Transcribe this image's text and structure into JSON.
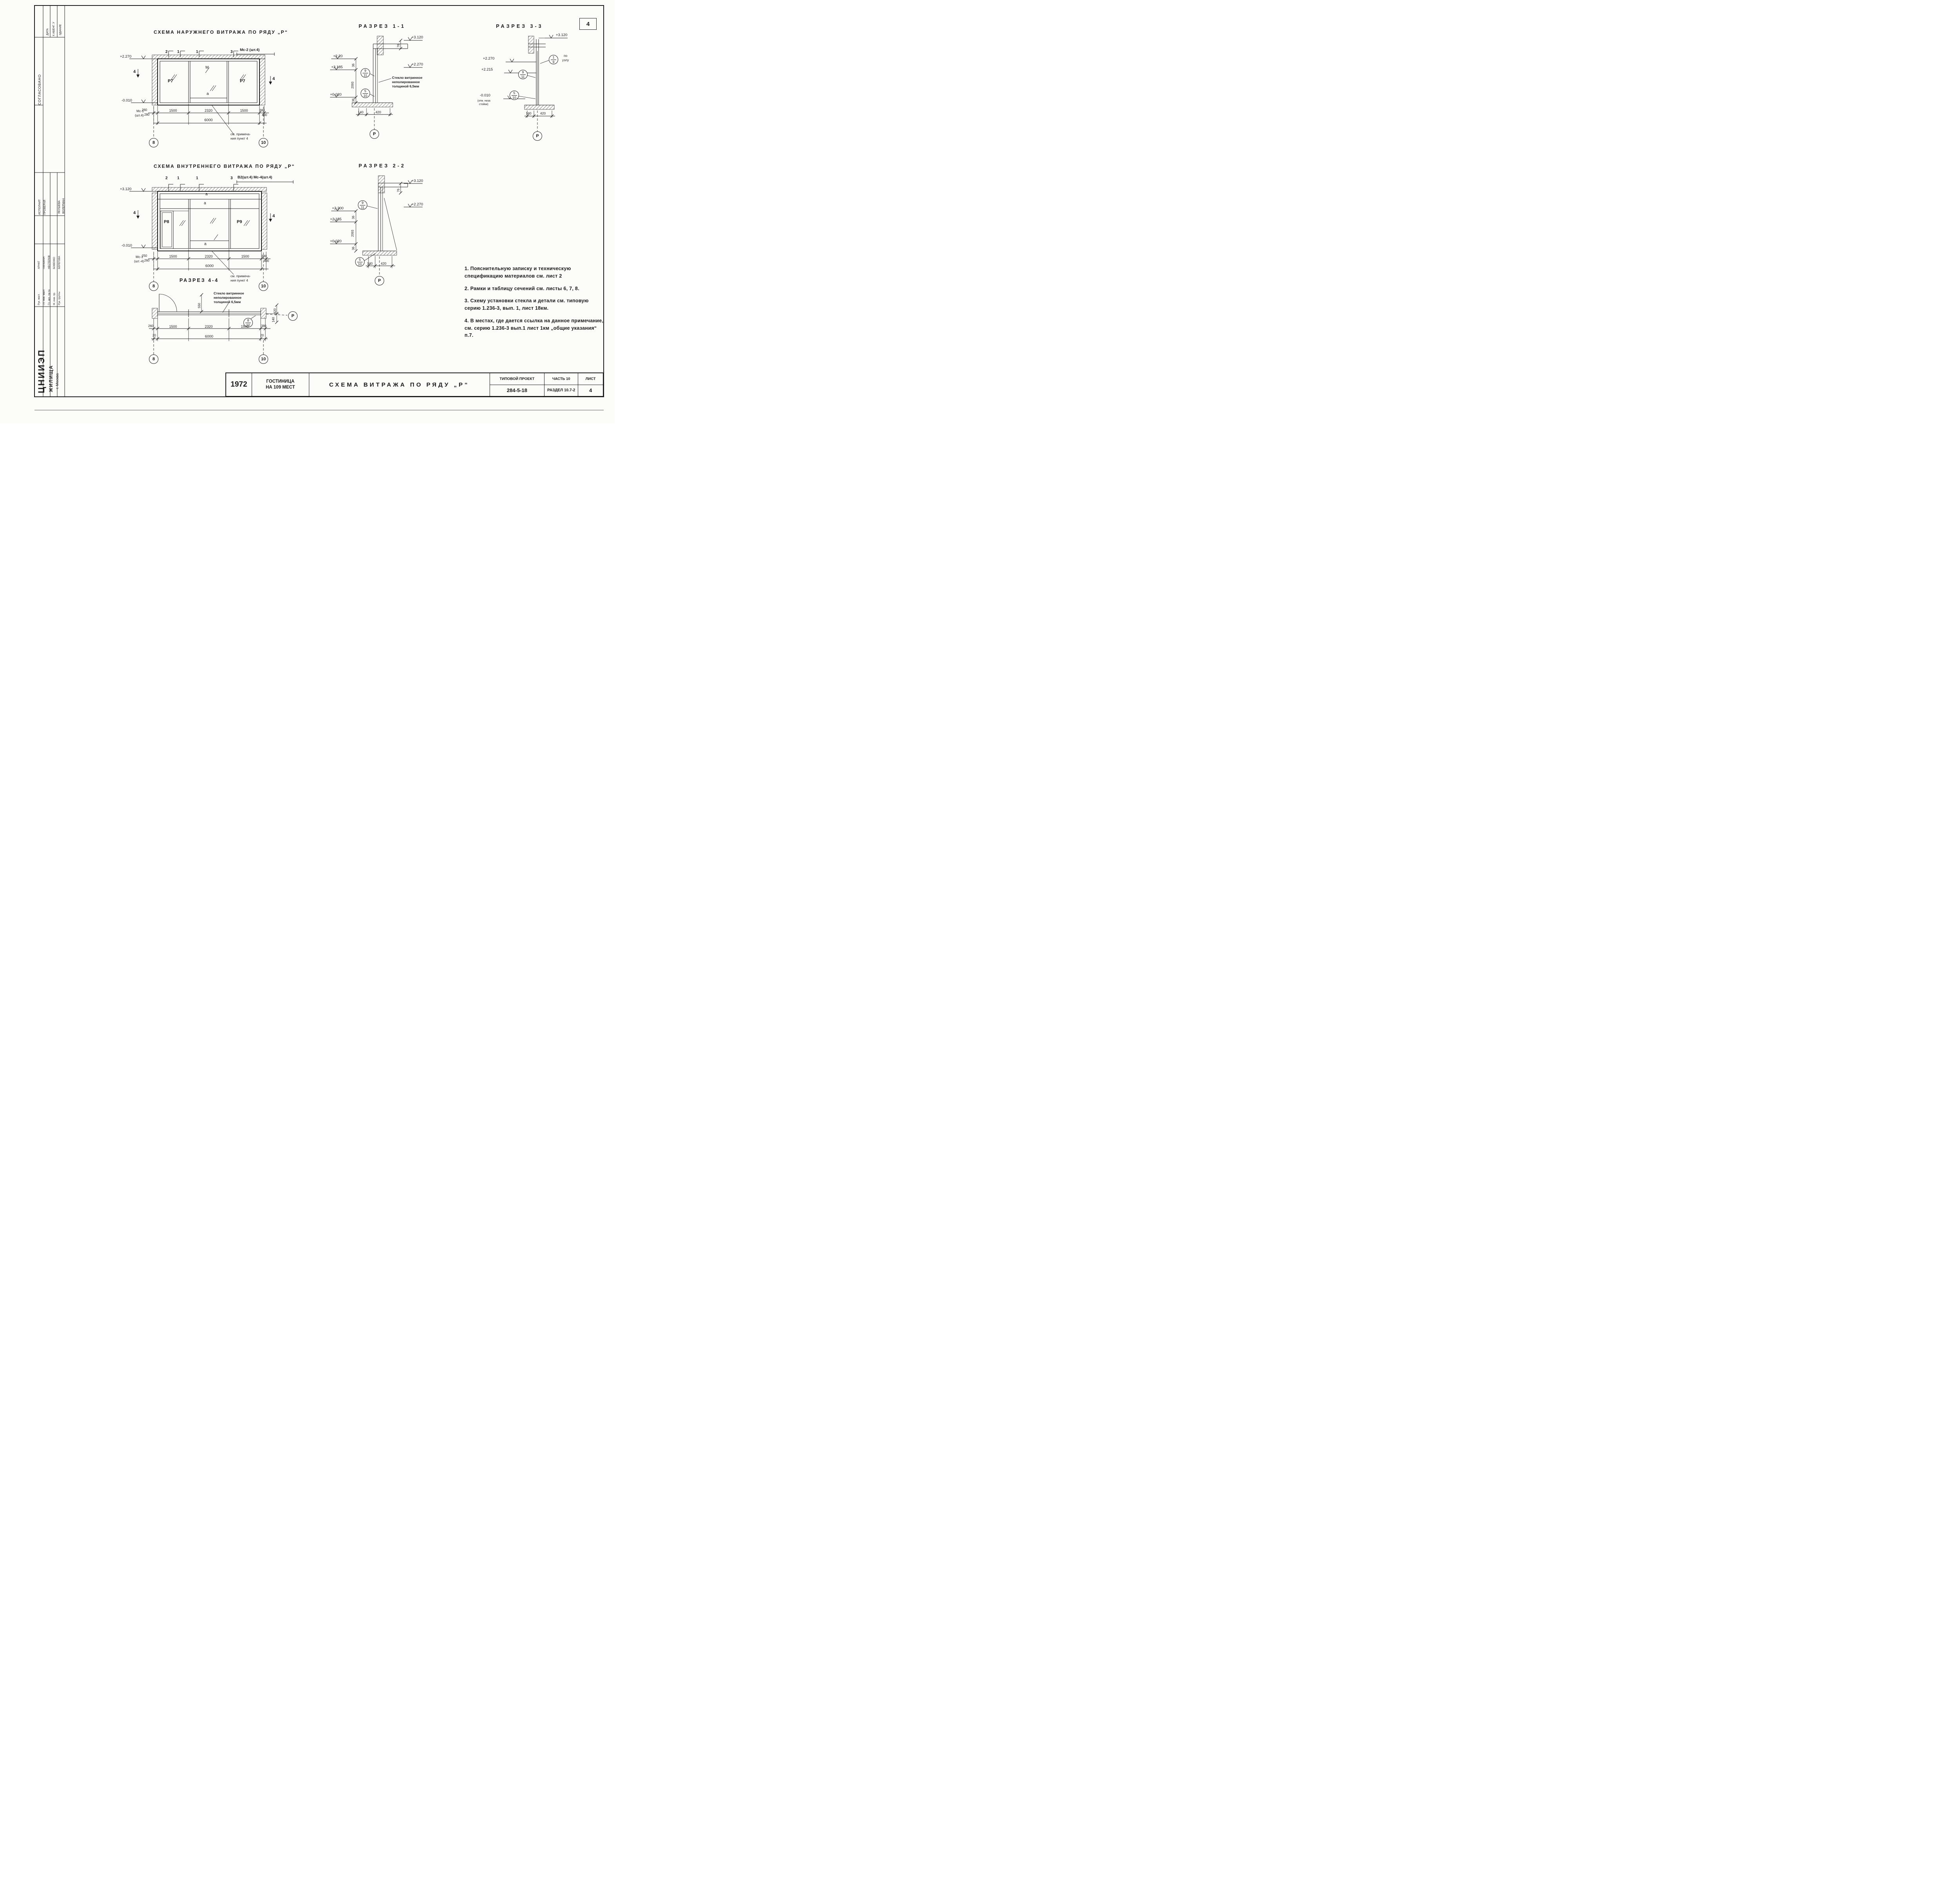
{
  "sheet": {
    "corner_number": "4"
  },
  "sidebar": {
    "headers": [
      "ДАТА",
      "К АБЕНГ. У",
      "ЗДАНИЕ"
    ],
    "soglasovano": "СОГЛАСОВАНО",
    "ispolnit_label": "ИСПОЛНИТ",
    "ispolnit_name": "ЯКУШЕВА",
    "proveril_label": "ПРОВЕРИЛ",
    "proveril_name": "ВОЛЕРМАН",
    "signers": [
      {
        "role": "Рук. маст.",
        "name": "АРНАТ"
      },
      {
        "role": "Гл. инж. маст.",
        "name": "ПИЛЬМАН"
      },
      {
        "role": "Гл. арх. пр-та",
        "name": "НЕСТЕРОВ"
      },
      {
        "role": "М. инж. пр.",
        "name": "БОВЕНКО"
      },
      {
        "role": "Рук. группы",
        "name": "БЕРЕГОВА"
      }
    ],
    "org_name": "ЦНИИЭП",
    "org_dept": "ЖИЛИЩА",
    "org_city": "г. Москва"
  },
  "elev_outer": {
    "title": "СХЕМА НАРУЖНЕГО ВИТРАЖА ПО РЯДУ „Р“",
    "level_top": "+2.270",
    "level_bottom": "-0.010",
    "cut_marks": [
      "2",
      "1",
      "1",
      "3"
    ],
    "cut_side_left": "4",
    "cut_side_right": "4",
    "mark_top": "Мс-2 (шт.4)",
    "panel_left": "Р7",
    "panel_mid_top": "М",
    "panel_mid_bottom": "а",
    "panel_right": "Р7",
    "dim_left_1": "260",
    "dim_left_2": "280",
    "dims": [
      "1500",
      "2320",
      "1500"
    ],
    "dim_right_1": "380",
    "dim_right_2": "400",
    "dim_total": "6000",
    "mark_bottom_1": "Мс-1",
    "mark_bottom_2": "(шт.4)",
    "grid_left": "8",
    "grid_right": "10",
    "note_ref_1": "см. примеча-",
    "note_ref_2": "ния пункт 4"
  },
  "section_1_1": {
    "title": "РАЗРЕЗ 1-1",
    "lv_top": "+3.120",
    "dim_76": "76",
    "lv_220": "+2.20",
    "lv_2185": "+2.185",
    "lv_2270": "+2.270",
    "lv_0020": "+0.020",
    "dim_36_top": "36",
    "dim_2093": "2093",
    "dim_36_bottom": "36",
    "bubble1_top": "9",
    "bubble1_bottom": "11",
    "bubble2_top": "5",
    "bubble2_bottom": "10",
    "glass_note_1": "Стекло витринное",
    "glass_note_2": "неполированное",
    "glass_note_3": "толщиной 6,5мм",
    "dim_140": "140",
    "dim_420": "420",
    "axis": "Р"
  },
  "section_3_3": {
    "title": "РАЗРЕЗ 3-3",
    "lv_top": "+3.120",
    "node_bubble_top": "1",
    "node_bubble_bottom": "9",
    "node_label_1": "по",
    "node_label_2": "узлу",
    "lv_2270": "+2.270",
    "lv_2215": "+2.215",
    "bubble1_top": "9",
    "bubble1_bottom": "11",
    "bubble2_top": "5",
    "bubble2_bottom": "10",
    "lv_bottom": "-0.010",
    "lv_bottom_note_1": "(отм. низа",
    "lv_bottom_note_2": "стойки)",
    "dim_140": "140",
    "dim_420": "420",
    "axis": "Р"
  },
  "elev_inner": {
    "title": "СХЕМА ВНУТРЕННЕГО ВИТРАЖА ПО РЯДУ „Р“",
    "level_top": "+3.120",
    "level_bottom": "-0.010",
    "cut_marks": [
      "2",
      "1",
      "1",
      "3"
    ],
    "cut_side_left": "4",
    "cut_side_right": "4",
    "mark_top": "В2(шт.4) Мс-4(шт.4)",
    "label_a_top": "а",
    "label_a_mid": "а",
    "label_a_bottom": "а",
    "panel_left": "Р8",
    "panel_right": "Р9",
    "dim_left_1": "250",
    "dim_left_2": "260",
    "dims": [
      "1500",
      "2320",
      "1500"
    ],
    "dim_right_1": "380",
    "dim_right_2": "400",
    "dim_total": "6000",
    "mark_bottom_1": "Мс-1",
    "mark_bottom_2": "(шт.-4)",
    "grid_left": "8",
    "grid_right": "10",
    "note_ref_1": "см. примеча-",
    "note_ref_2": "ния пункт 4"
  },
  "section_2_2": {
    "title": "РАЗРЕЗ 2-2",
    "lv_top": "+3.120",
    "dim_76": "76",
    "lv_2270": "+2.270",
    "lv_2200": "+2.200",
    "lv_2185": "+2.185",
    "lv_0020": "+0.020",
    "dim_36_top": "36",
    "dim_2093": "2093",
    "dim_36_bottom": "36",
    "bubble1_top": "9",
    "bubble1_bottom": "11",
    "bubble2_top": "5",
    "bubble2_bottom": "10",
    "dim_140": "140",
    "dim_420": "420",
    "axis": "Р"
  },
  "section_4_4": {
    "title": "РАЗРЕЗ 4-4",
    "glass_note_1": "Стекло витринное",
    "glass_note_2": "неполированное",
    "glass_note_3": "толщиной 6,5мм",
    "dim_550": "550",
    "dim_420": "420",
    "dim_140": "140",
    "bubble_top": "8",
    "bubble_bottom": "10",
    "axis": "Р",
    "dims_row": [
      "260",
      "1500",
      "2320",
      "1500",
      "380"
    ],
    "dim_20_left": "20",
    "dim_total": "6000",
    "dim_20_right": "20",
    "grid_left": "8",
    "grid_right": "10"
  },
  "notes": {
    "items": [
      "1.  Пояснительную записку и техническую спецификацию материалов см. лист 2",
      "2.  Рамки и таблицу сечений см. листы 6, 7, 8.",
      "3.  Схему установки стекла и детали см. типовую серию 1.236-3, вып. 1, лист 18км.",
      "4.  В местах, где дается ссылка на данное примечание, см. серию 1.236-3 вып.1 лист 1км „общие указания“ п.7."
    ]
  },
  "titleblock": {
    "year": "1972",
    "project_line1": "ГОСТИНИЦА",
    "project_line2": "НА 109 МЕСТ",
    "sheet_title": "СХЕМА  ВИТРАЖА  ПО  РЯДУ  „Р“",
    "series_label": "ТИПОВОЙ ПРОЕКТ",
    "series_number": "284-5-18",
    "part": "ЧАСТЬ 10",
    "razdel": "РАЗДЕЛ 10.7-2",
    "list_label": "ЛИСТ",
    "list_number": "4"
  }
}
